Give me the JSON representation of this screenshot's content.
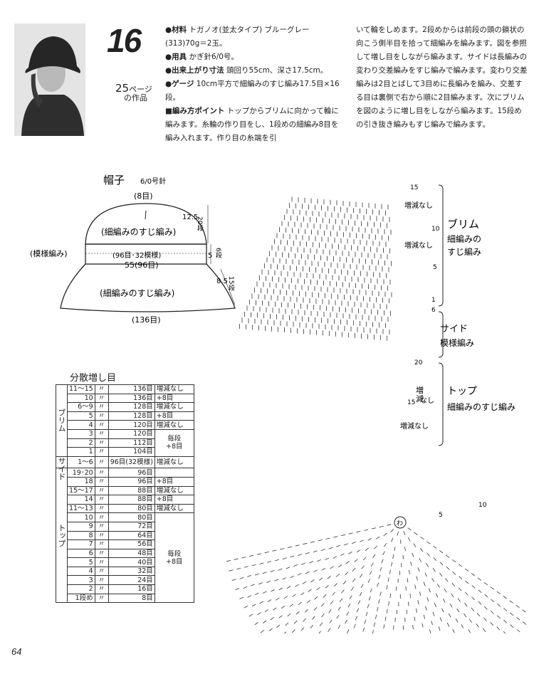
{
  "header": {
    "pattern_number": "16",
    "ref_page": "25",
    "ref_suffix_1": "ページ",
    "ref_suffix_2": "の作品"
  },
  "materials": {
    "material_label": "●材料",
    "material_value": "トガノオ(並太タイプ) ブルーグレー(313)70g＝2玉。",
    "tool_label": "●用具",
    "tool_value": "かぎ針6/0号。",
    "size_label": "●出来上がり寸法",
    "size_value": "頭回り55cm、深さ17.5cm。",
    "gauge_label": "●ゲージ",
    "gauge_value": "10cm平方で細編みのすじ編み17.5目×16段。",
    "point_label": "■編み方ポイント",
    "point_value": "トップからブリムに向かって輪に編みます。糸輪の作り目をし、1段めの細編み8目を編み入れます。作り目の糸端を引"
  },
  "instructions_continued": "いて輪をしめます。2段めからは前段の頭の鎖状の向こう側半目を拾って細編みを編みます。図を参照して増し目をしながら編みます。サイドは長編みの変わり交差編みをすじ編みで編みます。変わり交差編みは2目とばして3目めに長編みを編み、交差する目は裏側で右から順に2目編みます。次にブリムを図のように増し目をしながら編みます。15段めの引き抜き編みもすじ編みで編みます。",
  "hat_diagram": {
    "title": "帽子",
    "needle": "6/0号針",
    "top_count": "(8目)",
    "top_section": "(細編みのすじ編み)",
    "side_label": "(模様編み)",
    "side_count": "(96目･32模様)",
    "head_circ": "55(96目)",
    "brim_section": "(細編みのすじ編み)",
    "brim_count": "(136目)",
    "dim_top": "12.5",
    "rows_top": "20段",
    "dim_side": "5",
    "rows_side": "6段",
    "dim_brim": "8.5",
    "rows_brim": "15段"
  },
  "increase_table": {
    "title": "分散増し目",
    "sections": {
      "brim": "ブリム",
      "side": "サイド",
      "top": "トップ"
    },
    "mark": "〃",
    "brim_rows": [
      {
        "row": "11〜15",
        "count": "136目",
        "note": "増減なし"
      },
      {
        "row": "10",
        "count": "136目",
        "note": "+8目"
      },
      {
        "row": "6〜9",
        "count": "128目",
        "note": "増減なし"
      },
      {
        "row": "5",
        "count": "128目",
        "note": "+8目"
      },
      {
        "row": "4",
        "count": "120目",
        "note": "増減なし"
      },
      {
        "row": "3",
        "count": "120目",
        "note": ""
      },
      {
        "row": "2",
        "count": "112目",
        "note": ""
      },
      {
        "row": "1",
        "count": "104目",
        "note": ""
      }
    ],
    "brim_group_note": [
      "毎段",
      "+8目"
    ],
    "side_row": {
      "row": "1〜6",
      "count": "96目(32模様)",
      "note": "増減なし"
    },
    "top_rows": [
      {
        "row": "19･20",
        "count": "96目",
        "note": ""
      },
      {
        "row": "18",
        "count": "96目",
        "note": "+8目"
      },
      {
        "row": "15〜17",
        "count": "88目",
        "note": "増減なし"
      },
      {
        "row": "14",
        "count": "88目",
        "note": "+8目"
      },
      {
        "row": "11〜13",
        "count": "80目",
        "note": "増減なし"
      },
      {
        "row": "10",
        "count": "80目",
        "note": ""
      },
      {
        "row": "9",
        "count": "72目",
        "note": ""
      },
      {
        "row": "8",
        "count": "64目",
        "note": ""
      },
      {
        "row": "7",
        "count": "56目",
        "note": ""
      },
      {
        "row": "6",
        "count": "48目",
        "note": ""
      },
      {
        "row": "5",
        "count": "40目",
        "note": ""
      },
      {
        "row": "4",
        "count": "32目",
        "note": ""
      },
      {
        "row": "3",
        "count": "24目",
        "note": ""
      },
      {
        "row": "2",
        "count": "16目",
        "note": ""
      },
      {
        "row": "1段め",
        "count": "8目",
        "note": ""
      }
    ],
    "top_group_note": [
      "毎段",
      "+8目"
    ]
  },
  "chart": {
    "brim_label": "ブリム",
    "brim_stitch_1": "細編みの",
    "brim_stitch_2": "すじ編み",
    "side_label": "サイド",
    "side_stitch": "模様編み",
    "top_label": "トップ",
    "top_stitch": "細編みのすじ編み",
    "no_change": "増減なし",
    "inc_1": "増",
    "inc_2": "減",
    "inc_3": "なし",
    "row_15": "15",
    "row_10": "10",
    "row_5": "5",
    "row_1": "1",
    "row_6": "6",
    "row_20": "20",
    "row_15b": "15",
    "row_10b": "10",
    "row_5b": "5",
    "center": "わ"
  },
  "footer": {
    "page_number": "64"
  }
}
